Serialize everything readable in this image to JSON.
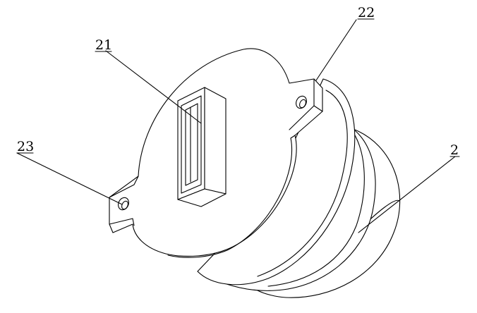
{
  "labels": {
    "part_21": "21",
    "part_22": "22",
    "part_23": "23",
    "part_2": "2"
  }
}
